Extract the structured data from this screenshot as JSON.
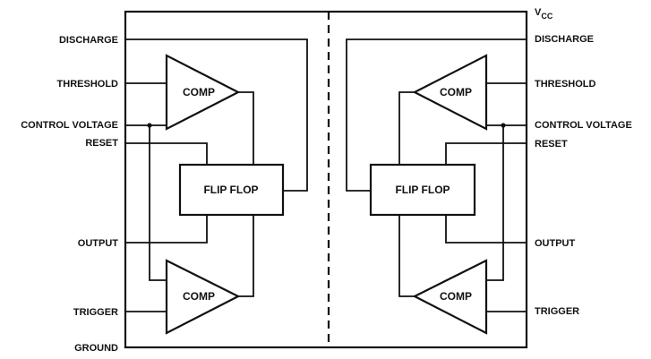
{
  "left_pins": {
    "discharge": "DISCHARGE",
    "threshold": "THRESHOLD",
    "control_voltage": "CONTROL VOLTAGE",
    "reset": "RESET",
    "output": "OUTPUT",
    "trigger": "TRIGGER",
    "ground": "GROUND"
  },
  "right_pins": {
    "vcc_main": "V",
    "vcc_sub": "CC",
    "discharge": "DISCHARGE",
    "threshold": "THRESHOLD",
    "control_voltage": "CONTROL VOLTAGE",
    "reset": "RESET",
    "output": "OUTPUT",
    "trigger": "TRIGGER"
  },
  "blocks": {
    "comparator": "COMP",
    "flip_flop": "FLIP FLOP"
  }
}
